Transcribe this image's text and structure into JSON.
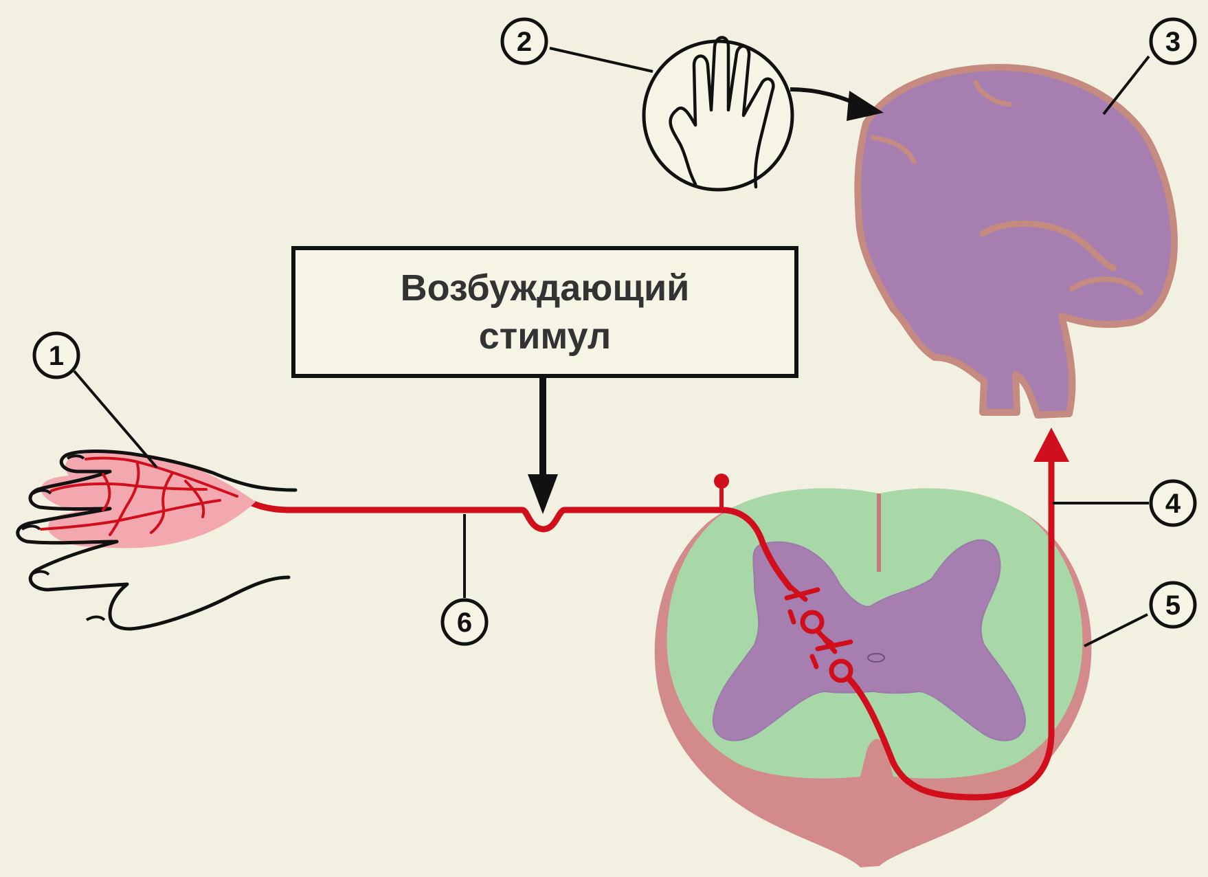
{
  "stimulus": {
    "line1": "Возбуждающий",
    "line2": "стимул"
  },
  "markers": [
    "1",
    "2",
    "3",
    "4",
    "5",
    "6"
  ],
  "colors": {
    "background": "#f2f0e0",
    "nerve": "#d10f1c",
    "brain": "#a67fb0",
    "brain_outline": "#c58a80",
    "cord_white_matter": "#a9d8a8",
    "cord_gray_matter": "#a67fb0",
    "cord_outline": "#d28a8a",
    "skin_highlight": "#f2a8ae",
    "outline": "#111111"
  }
}
